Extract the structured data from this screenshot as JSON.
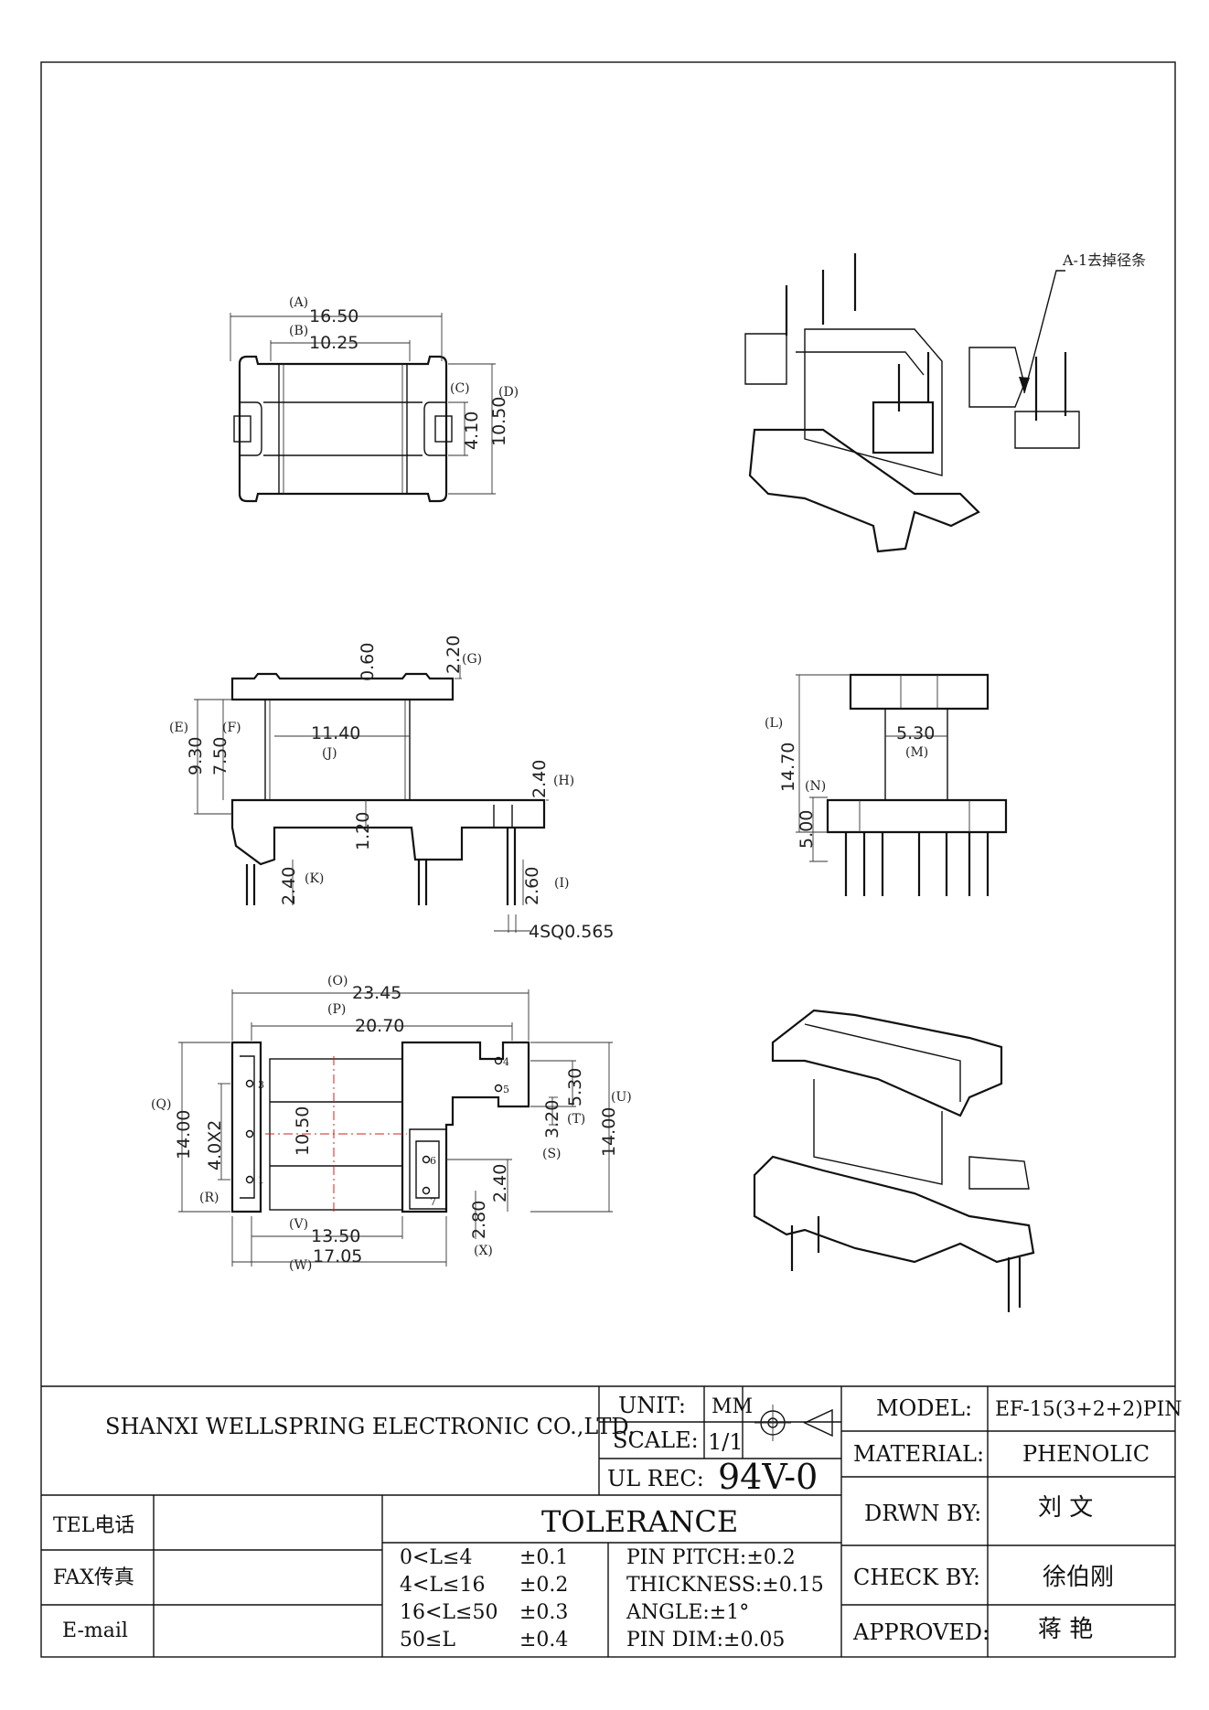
{
  "annotation": "A-1去掉径条",
  "top_view": {
    "A_label": "(A)",
    "A_value": "16.50",
    "B_label": "(B)",
    "B_value": "10.25",
    "C_label": "(C)",
    "C_value": "4.10",
    "D_label": "(D)",
    "D_value": "10.50"
  },
  "front_view": {
    "dim_060": "0.60",
    "dim_220": "2.20",
    "G_label": "(G)",
    "E_label": "(E)",
    "dim_930": "9.30",
    "F_label": "(F)",
    "dim_750": "7.50",
    "dim_1140": "11.40",
    "J_label": "(J)",
    "dim_240h": "2.40",
    "H_label": "(H)",
    "dim_120": "1.20",
    "dim_240k": "2.40",
    "K_label": "(K)",
    "dim_260": "2.60",
    "I_label": "(I)",
    "pin_size": "4SQ0.565"
  },
  "side_view": {
    "L_label": "(L)",
    "dim_1470": "14.70",
    "dim_530": "5.30",
    "M_label": "(M)",
    "N_label": "(N)",
    "dim_500": "5.00"
  },
  "bottom_view": {
    "O_label": "(O)",
    "dim_2345": "23.45",
    "P_label": "(P)",
    "dim_2070": "20.70",
    "Q_label": "(Q)",
    "dim_1400q": "14.00",
    "dim_4x2": "4.0X2",
    "R_label": "(R)",
    "dim_1050": "10.50",
    "dim_530t": "5.30",
    "T_label": "(T)",
    "dim_320": "3.20",
    "S_label": "(S)",
    "dim_1400u": "14.00",
    "U_label": "(U)",
    "dim_240": "2.40",
    "dim_280": "2.80",
    "X_label": "(X)",
    "V_label": "(V)",
    "dim_1350": "13.50",
    "W_label": "(W)",
    "dim_1705": "17.05",
    "pins": [
      "3",
      "1",
      "4",
      "5",
      "6",
      "7"
    ]
  },
  "title_block": {
    "company": "SHANXI WELLSPRING ELECTRONIC CO.,LTD.",
    "unit_label": "UNIT:",
    "unit_value": "MM",
    "scale_label": "SCALE:",
    "scale_value": "1/1",
    "ul_label": "UL REC:",
    "ul_value": "94V-0",
    "model_label": "MODEL:",
    "model_value": "EF-15(3+2+2)PIN",
    "material_label": "MATERIAL:",
    "material_value": "PHENOLIC",
    "drawn_label": "DRWN BY:",
    "drawn_value": "刘  文",
    "check_label": "CHECK BY:",
    "check_value": "徐伯刚",
    "approved_label": "APPROVED:",
    "approved_value": "蒋  艳",
    "tel_label": "TEL电话",
    "fax_label": "FAX传真",
    "email_label": "E-mail",
    "tolerance_title": "TOLERANCE",
    "tolerances": [
      {
        "range": "0<L≤4",
        "value": "±0.1"
      },
      {
        "range": "4<L≤16",
        "value": "±0.2"
      },
      {
        "range": "16<L≤50",
        "value": "±0.3"
      },
      {
        "range": "50≤L",
        "value": "±0.4"
      }
    ],
    "specs": [
      "PIN PITCH:±0.2",
      "THICKNESS:±0.15",
      "ANGLE:±1°",
      "PIN DIM:±0.05"
    ]
  }
}
